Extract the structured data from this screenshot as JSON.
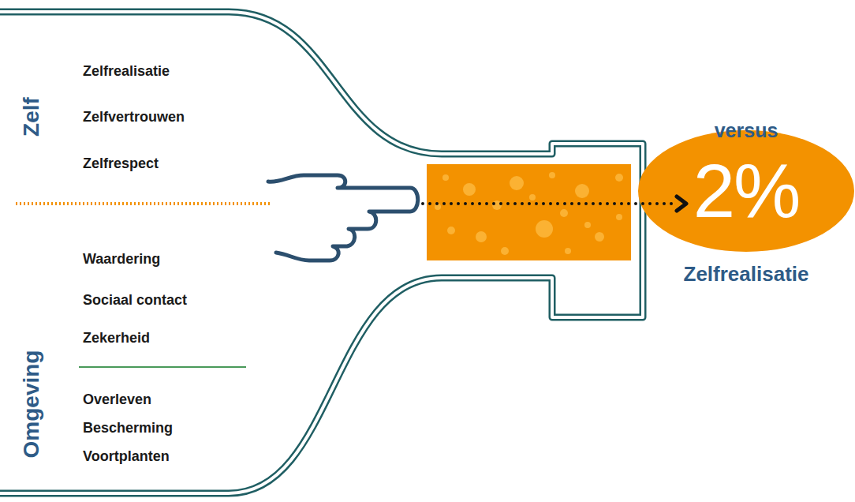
{
  "diagram": {
    "nodes": [
      {
        "text": [
          "Zelf",
          "Zelfrealisatie",
          "Zelfvertrouwen",
          "Zelfrespect",
          "Waardering",
          "Sociaal contact",
          "Zekerheid",
          "Omgeving",
          "Overleven",
          "Bescherming",
          "Voortplanten"
        ]
      },
      {
        "text": [
          "versus",
          "2%",
          "Zelfrealisatie"
        ]
      }
    ]
  }
}
